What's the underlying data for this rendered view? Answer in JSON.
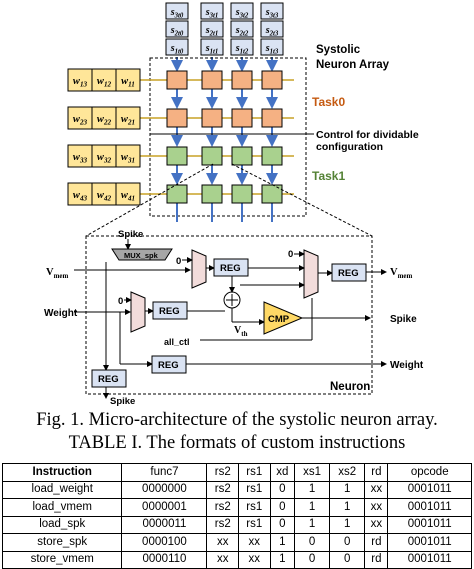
{
  "figure": {
    "inputs_top": [
      [
        "s3t0",
        "s2t0",
        "s1t0"
      ],
      [
        "s3t1",
        "s2t1",
        "s1t1"
      ],
      [
        "s3t2",
        "s2t2",
        "s1t2"
      ],
      [
        "s3t3",
        "s2t3",
        "s1t3"
      ]
    ],
    "weights_left": [
      [
        "w13",
        "w12",
        "w11"
      ],
      [
        "w23",
        "w22",
        "w21"
      ],
      [
        "w33",
        "w32",
        "w31"
      ],
      [
        "w43",
        "w42",
        "w41"
      ]
    ],
    "array_title_line1": "Systolic",
    "array_title_line2": "Neuron Array",
    "task0": "Task0",
    "task1": "Task1",
    "control_line1": "Control for dividable",
    "control_line2": "configuration",
    "neuron_label": "Neuron",
    "spike_top": "Spike",
    "mux_spk": "MUX_spk",
    "zero": "0",
    "reg": "REG",
    "cmp": "CMP",
    "vth": "V",
    "vth_sub": "th",
    "all_ctl": "all_ctl",
    "vmem_in": "V",
    "vmem_out": "V",
    "vmem_sub": "mem",
    "weight_in": "Weight",
    "weight_out": "Weight",
    "spike_out": "Spike",
    "spike_bottom": "Spike",
    "colors": {
      "task0": "#f5b183",
      "task1": "#a9d18e",
      "input": "#dae3f3",
      "weight": "#ffe699",
      "task0_text": "#c55a11",
      "task1_text": "#548235",
      "arrow": "#4472c4"
    }
  },
  "figure_caption": "Fig. 1. Micro-architecture of the systolic neuron array.",
  "table_caption": "TABLE I. The formats of custom instructions",
  "table": {
    "headers": [
      "Instruction",
      "func7",
      "rs2",
      "rs1",
      "xd",
      "xs1",
      "xs2",
      "rd",
      "opcode"
    ],
    "rows": [
      [
        "load_weight",
        "0000000",
        "rs2",
        "rs1",
        "0",
        "1",
        "1",
        "xx",
        "0001011"
      ],
      [
        "load_vmem",
        "0000001",
        "rs2",
        "rs1",
        "0",
        "1",
        "1",
        "xx",
        "0001011"
      ],
      [
        "load_spk",
        "0000011",
        "rs2",
        "rs1",
        "0",
        "1",
        "1",
        "xx",
        "0001011"
      ],
      [
        "store_spk",
        "0000100",
        "xx",
        "xx",
        "1",
        "0",
        "0",
        "rd",
        "0001011"
      ],
      [
        "store_vmem",
        "0000110",
        "xx",
        "xx",
        "1",
        "0",
        "0",
        "rd",
        "0001011"
      ]
    ]
  }
}
